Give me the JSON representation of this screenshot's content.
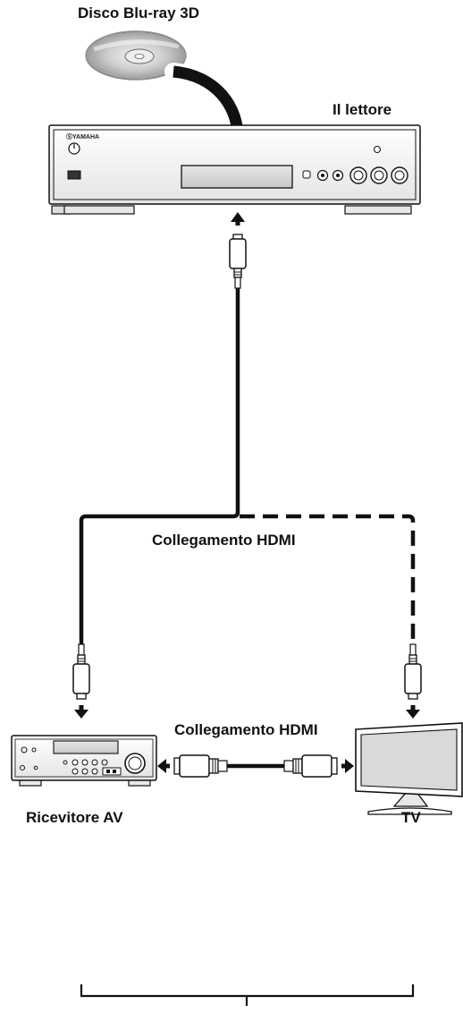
{
  "labels": {
    "disc": "Disco Blu-ray 3D",
    "player": "Il lettore",
    "hdmi_upper": "Collegamento HDMI",
    "hdmi_lower": "Collegamento HDMI",
    "receiver": "Ricevitore AV",
    "tv": "TV"
  },
  "player_brand": "ⓈYAMAHA",
  "colors": {
    "line": "#111111",
    "device_fill": "#ffffff",
    "screen_fill": "#d9d9d9",
    "disc_fill": "#c8c8c8",
    "shadow": "#777777"
  }
}
